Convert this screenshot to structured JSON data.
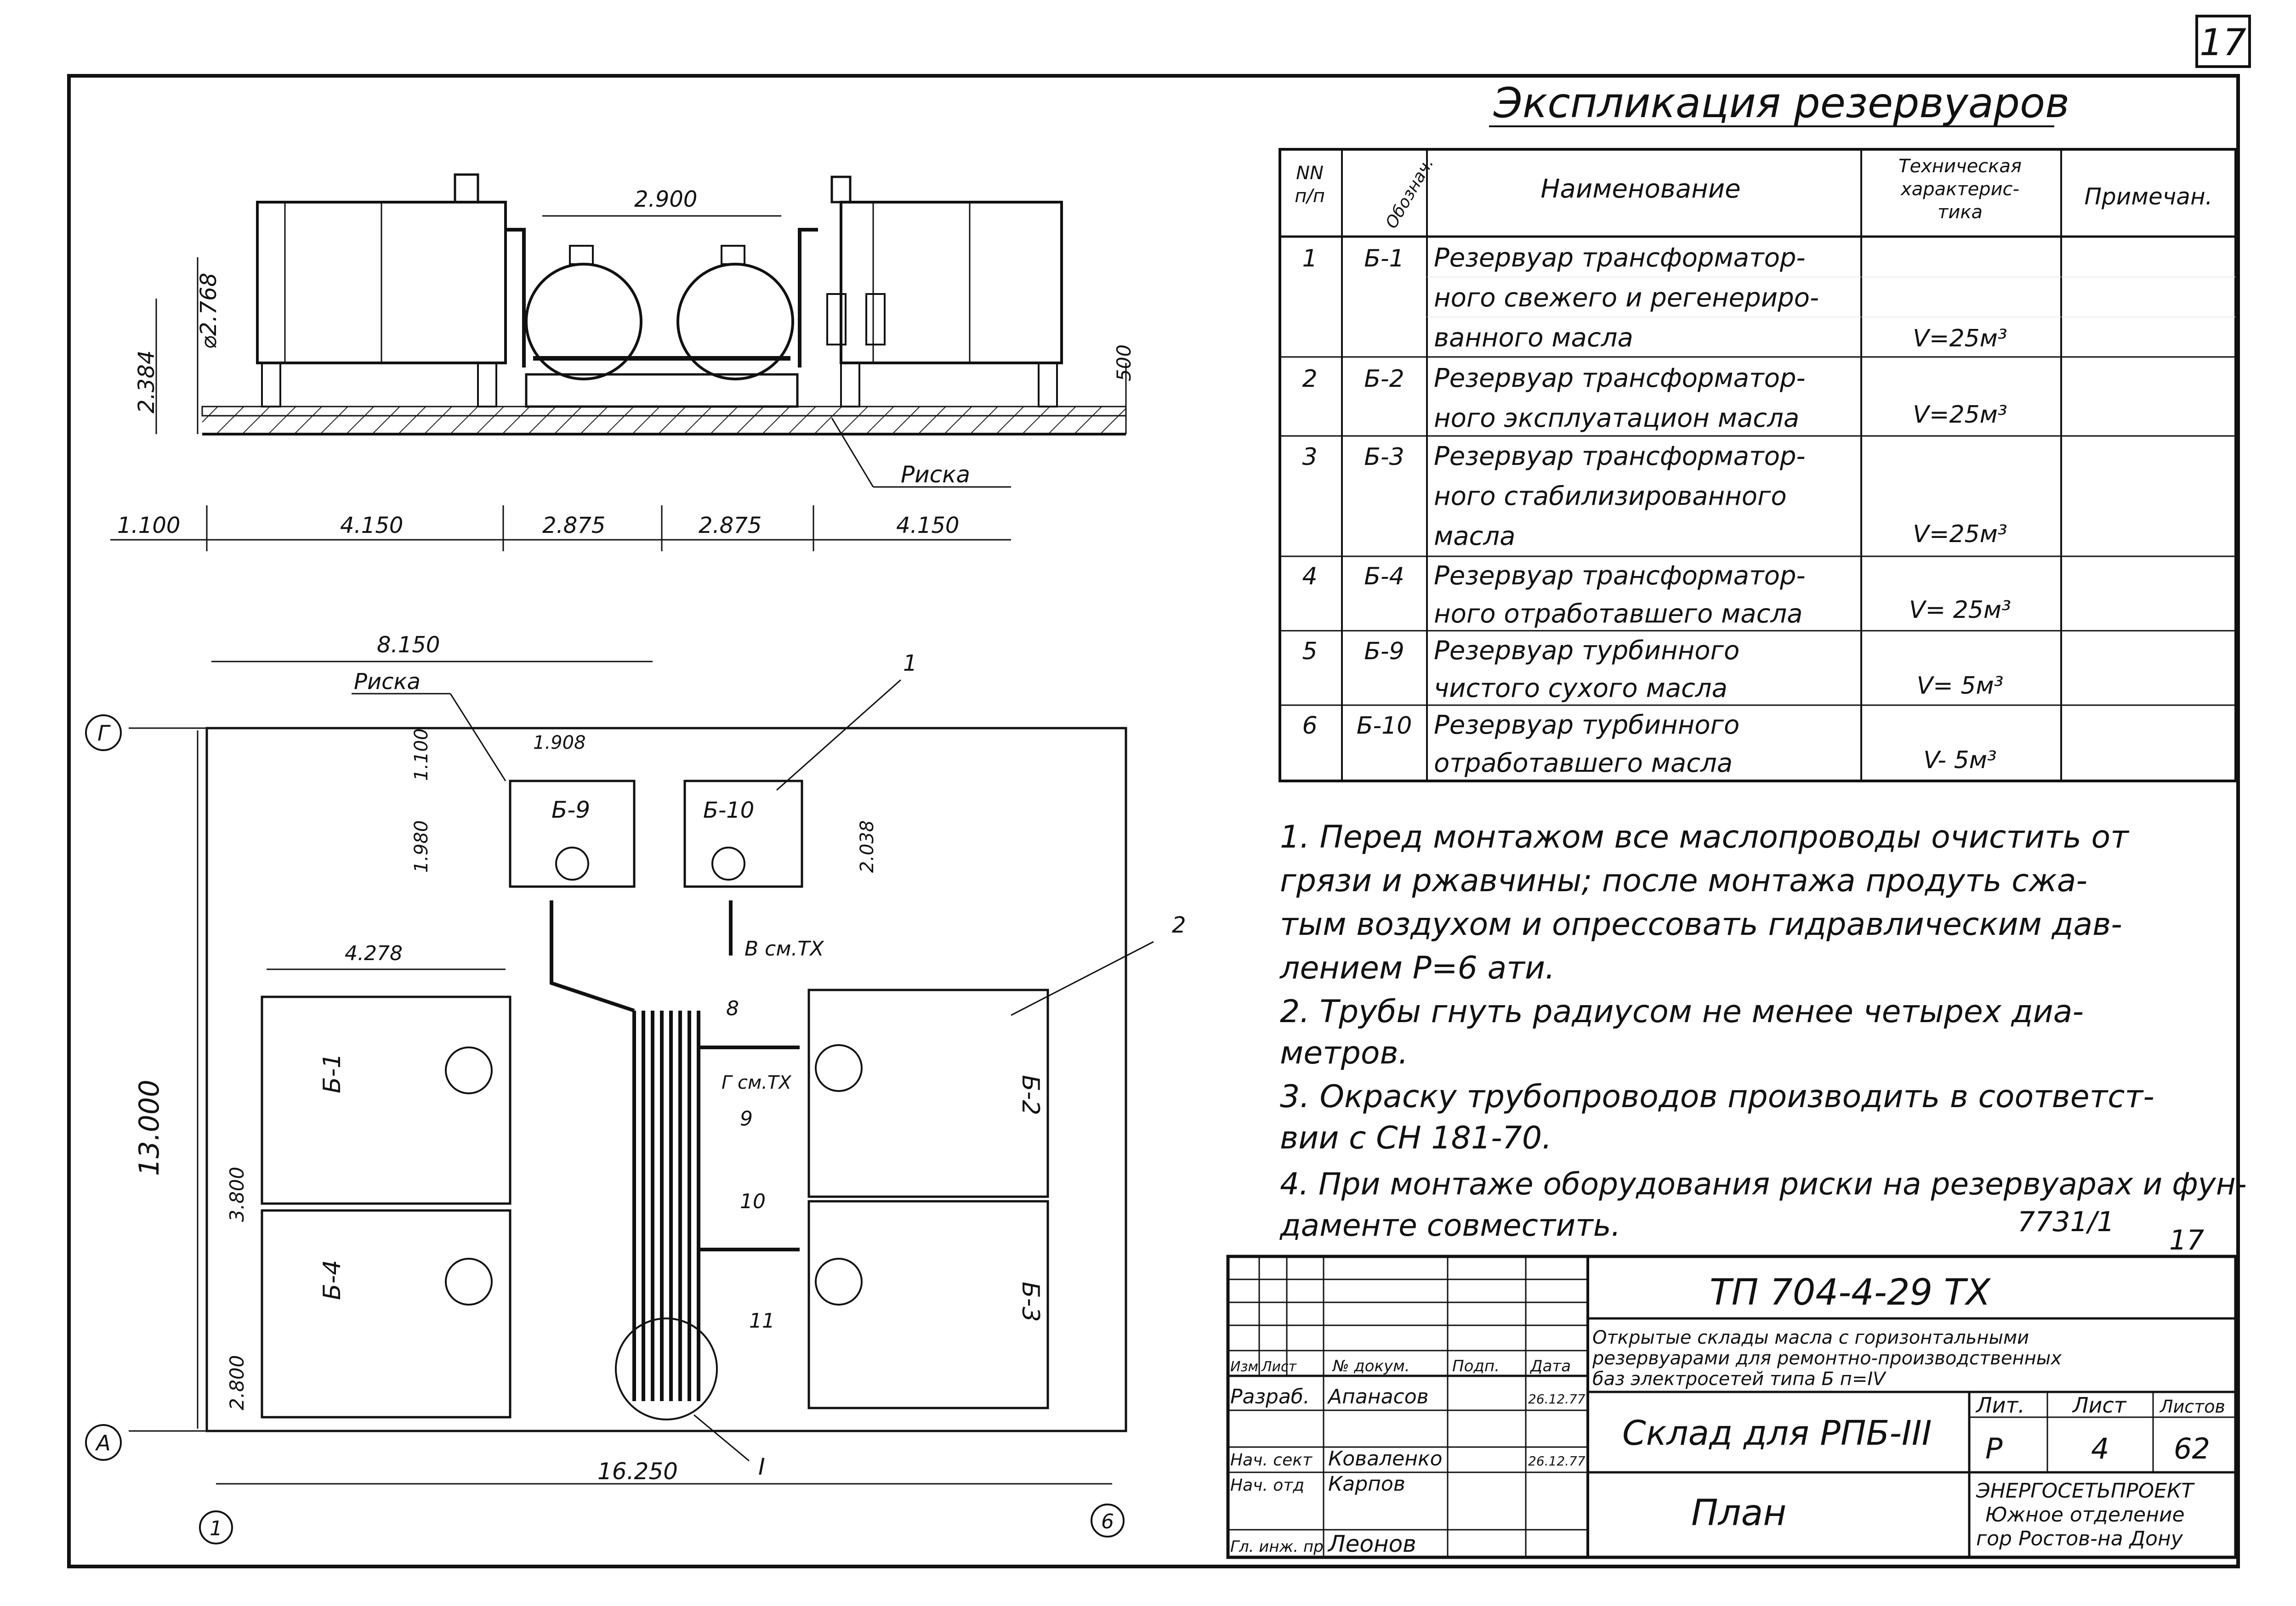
{
  "sheet_number": "17",
  "stamp_number": "7731/1",
  "stamp_page": "17",
  "explication": {
    "title": "Экспликация резервуаров",
    "headers": [
      "NN п/п",
      "Обознач.",
      "Наименование",
      "Техническая характеристика",
      "Примечан."
    ],
    "header_lines": {
      "nn": [
        "NN",
        "п/п"
      ],
      "designation": "Обознач.",
      "name": "Наименование",
      "tech": [
        "Техническая",
        "характерис-",
        "тика"
      ],
      "note": "Примечан."
    },
    "rows": [
      {
        "nn": "1",
        "code": "Б-1",
        "name_lines": [
          "Резервуар трансформатор-",
          "ного свежего и регенериро-",
          "ванного масла"
        ],
        "spec": "V=25м³"
      },
      {
        "nn": "2",
        "code": "Б-2",
        "name_lines": [
          "Резервуар трансформатор-",
          "ного эксплуатацион масла"
        ],
        "spec": "V=25м³"
      },
      {
        "nn": "3",
        "code": "Б-3",
        "name_lines": [
          "Резервуар трансформатор-",
          "ного стабилизированного",
          "масла"
        ],
        "spec": "V=25м³"
      },
      {
        "nn": "4",
        "code": "Б-4",
        "name_lines": [
          "Резервуар трансформатор-",
          "ного отработавшего масла"
        ],
        "spec": "V= 25м³"
      },
      {
        "nn": "5",
        "code": "Б-9",
        "name_lines": [
          "Резервуар турбинного",
          "чистого сухого масла"
        ],
        "spec": "V= 5м³"
      },
      {
        "nn": "6",
        "code": "Б-10",
        "name_lines": [
          "Резервуар турбинного",
          "отработавшего масла"
        ],
        "spec": "V- 5м³"
      }
    ]
  },
  "notes": [
    [
      "1. Перед монтажом все маслопроводы очистить от",
      "грязи и ржавчины; после монтажа продуть сжа-",
      "тым воздухом и опрессовать гидравлическим дав-",
      "лением    Р=6 ати."
    ],
    [
      "2. Трубы гнуть радиусом не менее четырех диа-",
      "метров."
    ],
    [
      "3. Окраску трубопроводов производить в соответст-",
      "вии с  СН 181-70."
    ],
    [
      "4. При монтаже оборудования риски на резервуарах и фун-",
      "даменте   совместить."
    ]
  ],
  "elevation": {
    "dim_top": "2.900",
    "dim_diameter": "⌀2.768",
    "dim_height": "2.384",
    "dim_500": "500",
    "label_riska": "Риска",
    "dims_bottom": [
      "1.100",
      "4.150",
      "2.875",
      "2.875",
      "4.150"
    ]
  },
  "plan": {
    "dim_overall_top": "8.150",
    "label_riska": "Риска",
    "dim_1908": "1.908",
    "dim_1100": "1.100",
    "dim_1980": "1.980",
    "dim_2038": "2.038",
    "dim_4278": "4.278",
    "dim_13000": "13.000",
    "dim_3800": "3.800",
    "dim_2800": "2.800",
    "dim_16250": "16.250",
    "tanks": [
      "Б-9",
      "Б-10",
      "Б-1",
      "Б-2",
      "Б-4",
      "Б-3"
    ],
    "see_tx_1": "В см.ТХ",
    "see_tx_2": "Г см.ТХ",
    "callouts": [
      "1",
      "2",
      "8",
      "9",
      "10",
      "11",
      "I"
    ],
    "axes": [
      "Г",
      "А",
      "1",
      "6"
    ]
  },
  "title_block": {
    "code": "ТП 704-4-29 ТХ",
    "description_lines": [
      "Открытые склады масла с горизонтальными",
      "резервуарами для ремонтно-производственных",
      "баз электросетей    типа Б    п=IV"
    ],
    "object_title": "Склад для РПБ-III",
    "drawing_title": "План",
    "stage_header": "Лит.",
    "sheet_header": "Лист",
    "sheets_header": "Листов",
    "stage": "Р",
    "sheet": "4",
    "sheets": "62",
    "org_lines": [
      "ЭНЕРГОСЕТЬПРОЕКТ",
      "Южное отделение",
      "гор Ростов-на Дону"
    ],
    "col_headers": [
      "Изм",
      "Лист",
      "№ докум.",
      "Подп.",
      "Дата"
    ],
    "people": [
      {
        "role": "Разраб.",
        "name": "Апанасов",
        "date": "26.12.77"
      },
      {
        "role": "Нач. сект",
        "name": "Коваленко",
        "date": "26.12.77"
      },
      {
        "role": "Нач. отд",
        "name": "Карпов",
        "date": ""
      },
      {
        "role": "Гл. инж. пр",
        "name": "Леонов",
        "date": ""
      }
    ]
  }
}
